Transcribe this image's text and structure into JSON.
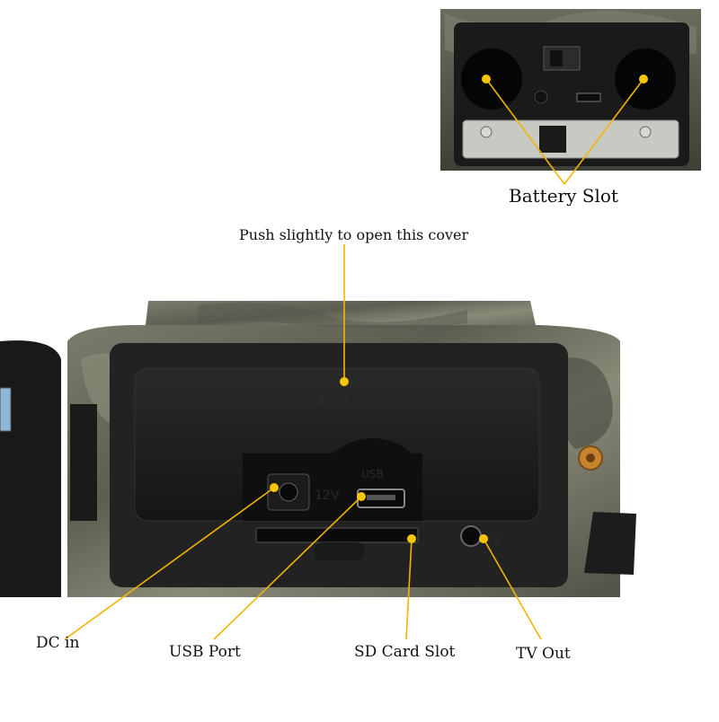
{
  "callouts": {
    "battery_slot": "Battery Slot",
    "push_cover": "Push slightly to open this cover",
    "dc_in": "DC in",
    "usb_port": "USB Port",
    "sd_card_slot": "SD Card Slot",
    "tv_out": "TV Out"
  },
  "device_markings": {
    "push": "PUSH",
    "usb": "USB",
    "twelve_v": "12V",
    "tv": "TV"
  },
  "colors": {
    "leader_line": "#f2b400",
    "dot": "#f7c600",
    "cover": "#1e1e1e",
    "camo_base": "#6d7162"
  }
}
